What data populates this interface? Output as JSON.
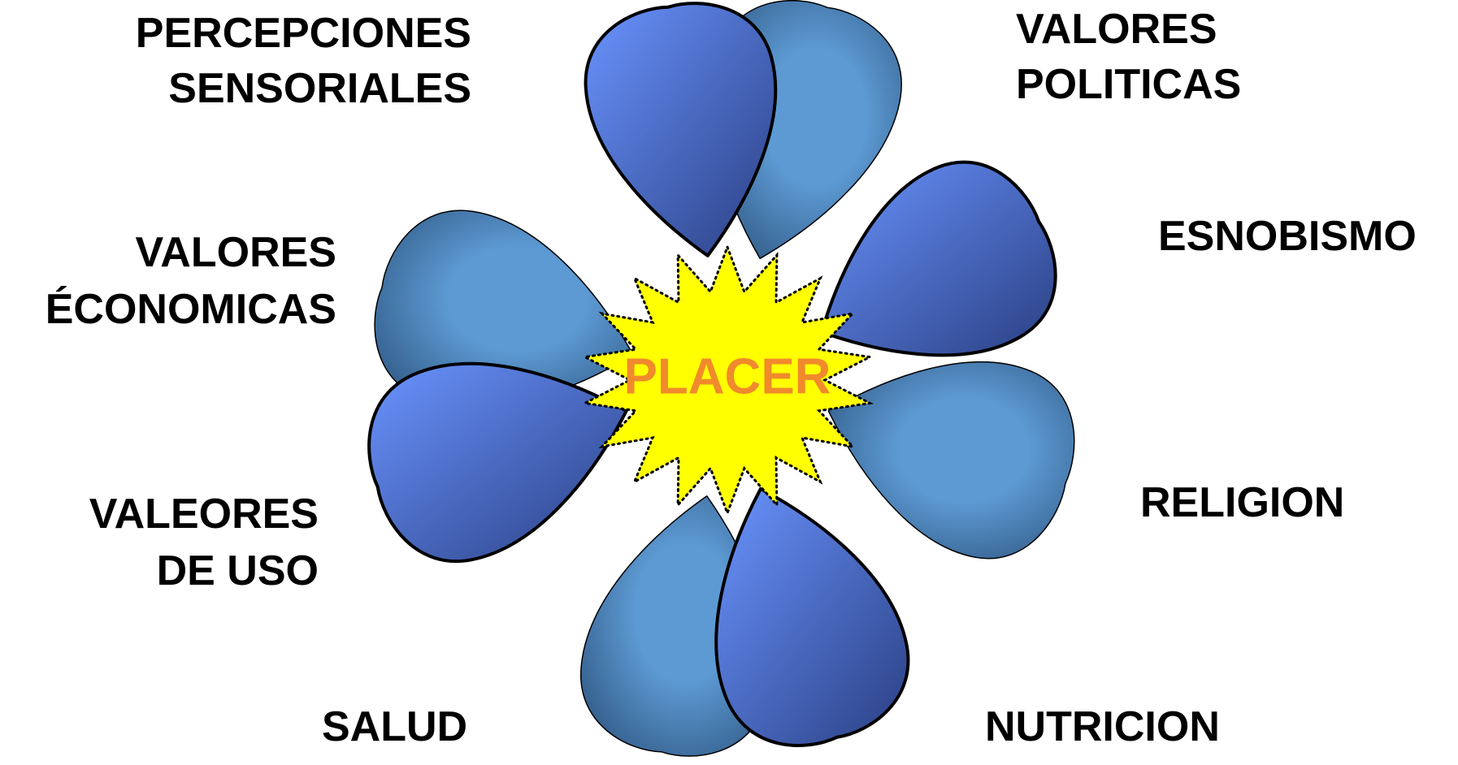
{
  "diagram": {
    "center_label": "PLACER",
    "petals": [
      {
        "id": "percepciones",
        "lines": [
          "PERCEPCIONES",
          "SENSORIALES"
        ],
        "style": "dark"
      },
      {
        "id": "politicas",
        "lines": [
          "VALORES",
          "POLITICAS"
        ],
        "style": "light"
      },
      {
        "id": "esnobismo",
        "lines": [
          "ESNOBISMO"
        ],
        "style": "dark"
      },
      {
        "id": "religion",
        "lines": [
          "RELIGION"
        ],
        "style": "light"
      },
      {
        "id": "nutricion",
        "lines": [
          "NUTRICION"
        ],
        "style": "dark"
      },
      {
        "id": "salud",
        "lines": [
          "SALUD"
        ],
        "style": "light"
      },
      {
        "id": "uso",
        "lines": [
          "VALEORES",
          "DE USO"
        ],
        "style": "dark"
      },
      {
        "id": "economicas",
        "lines": [
          "VALORES",
          "ÉCONOMICAS"
        ],
        "style": "light"
      }
    ]
  },
  "colors": {
    "center_fill": "#ffff00",
    "center_text": "#f08a2c",
    "petal_dark_light": "#6a94ff",
    "petal_dark_dark": "#2a3f82",
    "petal_light_light": "#5d9ad3",
    "petal_light_dark": "#294f79",
    "label_text": "#000000"
  }
}
